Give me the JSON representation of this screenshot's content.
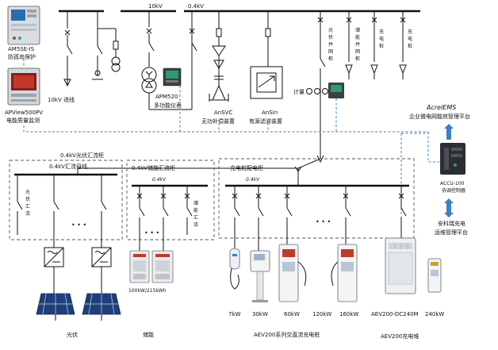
{
  "devices": {
    "am5se": {
      "name": "AM5SE-IS",
      "desc": "防孤岛保护"
    },
    "apview": {
      "name": "APView500PV",
      "desc": "电能质量监测"
    },
    "apm520": {
      "name": "APM520",
      "desc": "多功能仪表"
    },
    "ansvc": {
      "name": "AnSVC",
      "desc": "无功补偿装置"
    },
    "ansin": {
      "name": "AnSin",
      "desc": "有源滤波装置"
    }
  },
  "bus": {
    "hv": "10kV",
    "lv": "0.4kV"
  },
  "labels": {
    "incoming": "10kV 进线",
    "metering": "计量",
    "pv_grid": "光伏并网柜",
    "storage_grid": "储能并网柜",
    "charging_pile_a": "充电桩",
    "charging_pile_b": "充电桩"
  },
  "platforms": {
    "ems_title": "AcrelEMS",
    "ems_desc": "企业微电网能效管理平台",
    "accu_name": "ACCU-100",
    "accu_desc": "协调控制器",
    "charge_platform_1": "安科瑞充电",
    "charge_platform_2": "运维管理平台"
  },
  "pv_section": {
    "cabinet": "0.4kV光伏汇流柜",
    "busbar": "0.4kV汇流母线",
    "combiner": "光伏汇流",
    "bottom": "光伏"
  },
  "storage_section": {
    "cabinet": "0.4kV储能汇流柜",
    "bus": "0.4kV",
    "combiner": "储能汇流",
    "capacity": "100kW/215kWh",
    "bottom": "储能"
  },
  "charging_section": {
    "cabinet": "充电桩配电柜",
    "bus": "0.4kV",
    "ratings": [
      "7kW",
      "30kW",
      "60kW",
      "120kW",
      "160kW"
    ],
    "series": "AEV200系列交直流充电桩",
    "pile_model": "AEV200-DC240M",
    "pile_power": "240kW",
    "pile_series": "AEV200充电堆"
  },
  "ellipsis": "• • •",
  "colors": {
    "accent_blue": "#3d7fc4",
    "line": "#111111"
  }
}
